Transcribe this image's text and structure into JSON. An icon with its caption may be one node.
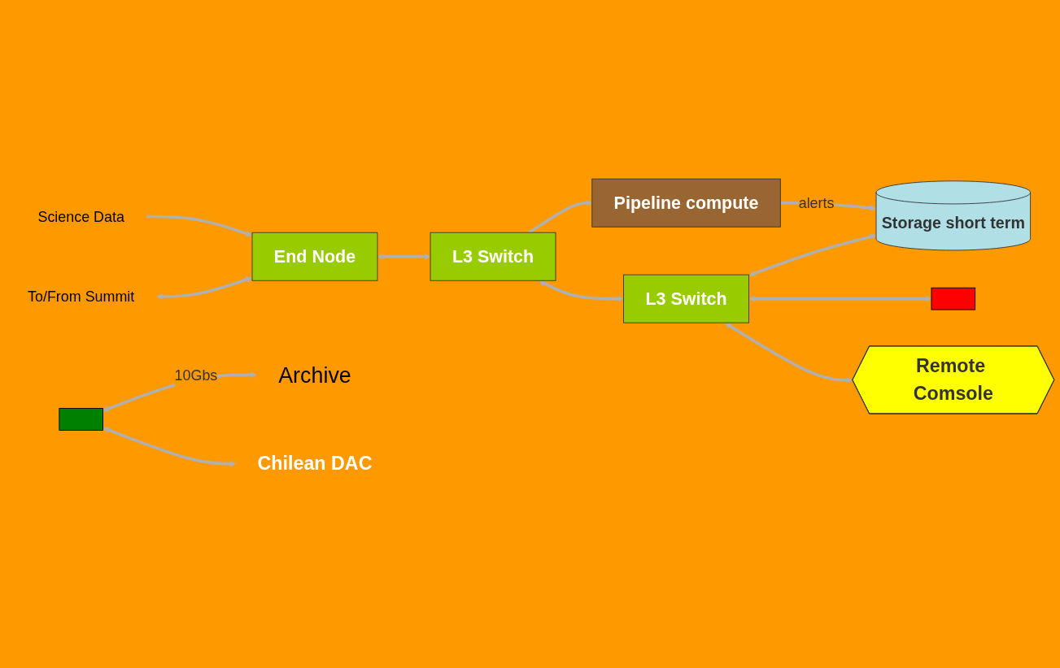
{
  "diagram": {
    "nodes": [
      {
        "text": [
          "Science Data"
        ]
      },
      {
        "text": [
          "End Node"
        ]
      },
      {
        "text": [
          "L3 Switch"
        ]
      },
      {
        "text": [
          "Pipeline compute"
        ]
      },
      {
        "text": [
          "Storage short term"
        ]
      },
      {
        "text": [
          "L3 Switch"
        ]
      },
      {
        "text": [],
        "shape": "box"
      },
      {
        "text": [],
        "shape": "box"
      },
      {
        "text": [
          "Archive"
        ]
      },
      {
        "text": [
          "Chilean DAC"
        ]
      },
      {
        "text": [
          "Remote Comsole"
        ]
      },
      {
        "text": [
          "To/From Summit"
        ]
      }
    ],
    "edges": [
      {
        "from": 0,
        "to": 1,
        "arrow": "to"
      },
      {
        "from": 11,
        "to": 1,
        "arrow": "both"
      },
      {
        "from": 1,
        "to": 2,
        "arrow": "both"
      },
      {
        "from": 2,
        "to": 3,
        "arrow": "to"
      },
      {
        "from": 3,
        "to": 4,
        "arrow": "to",
        "label": "alerts"
      },
      {
        "from": 2,
        "to": 5,
        "arrow": "both"
      },
      {
        "from": 5,
        "to": 4,
        "arrow": "both"
      },
      {
        "from": 5,
        "to": 6,
        "arrow": "both"
      },
      {
        "from": 7,
        "to": 8,
        "arrow": "both",
        "label": "10Gbs"
      },
      {
        "from": 7,
        "to": 9,
        "arrow": "both"
      },
      {
        "from": 5,
        "to": 10,
        "arrow": "both"
      }
    ]
  }
}
